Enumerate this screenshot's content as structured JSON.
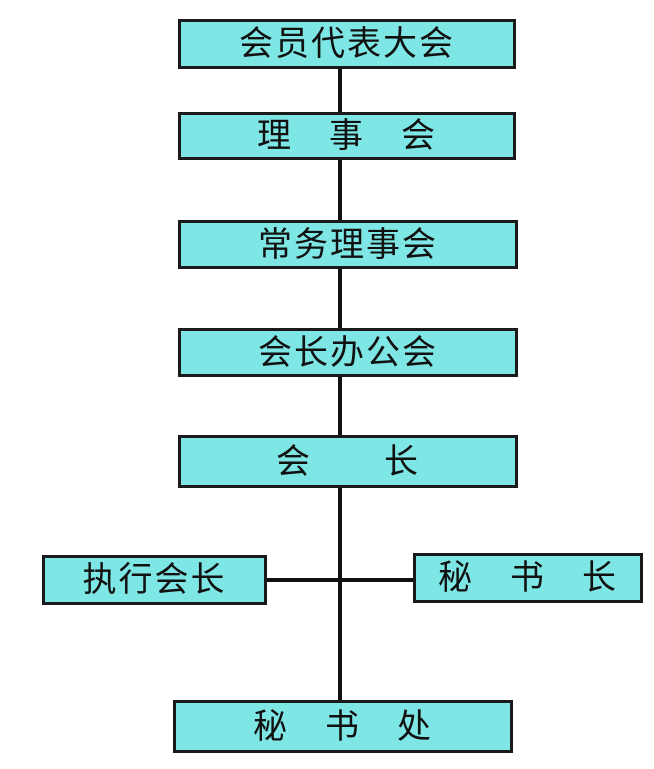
{
  "diagram": {
    "type": "org-chart",
    "background_color": "#ffffff",
    "node_fill_color": "#7ee6e4",
    "node_border_color": "#1a1a1a",
    "connector_color": "#111111",
    "nodes": [
      {
        "id": "assembly",
        "label": "会员代表大会"
      },
      {
        "id": "council",
        "label": "理　事　会"
      },
      {
        "id": "standing",
        "label": "常务理事会"
      },
      {
        "id": "office",
        "label": "会长办公会"
      },
      {
        "id": "president",
        "label": "会　　长"
      },
      {
        "id": "exec",
        "label": "执行会长"
      },
      {
        "id": "secgen",
        "label": "秘　书　长"
      },
      {
        "id": "secretariat",
        "label": "秘　书　处"
      }
    ],
    "edges": [
      {
        "from": "assembly",
        "to": "council"
      },
      {
        "from": "council",
        "to": "standing"
      },
      {
        "from": "standing",
        "to": "office"
      },
      {
        "from": "office",
        "to": "president"
      },
      {
        "from": "president",
        "to": "secretariat"
      },
      {
        "from": "exec",
        "to": "spine"
      },
      {
        "from": "spine",
        "to": "secgen"
      }
    ]
  }
}
